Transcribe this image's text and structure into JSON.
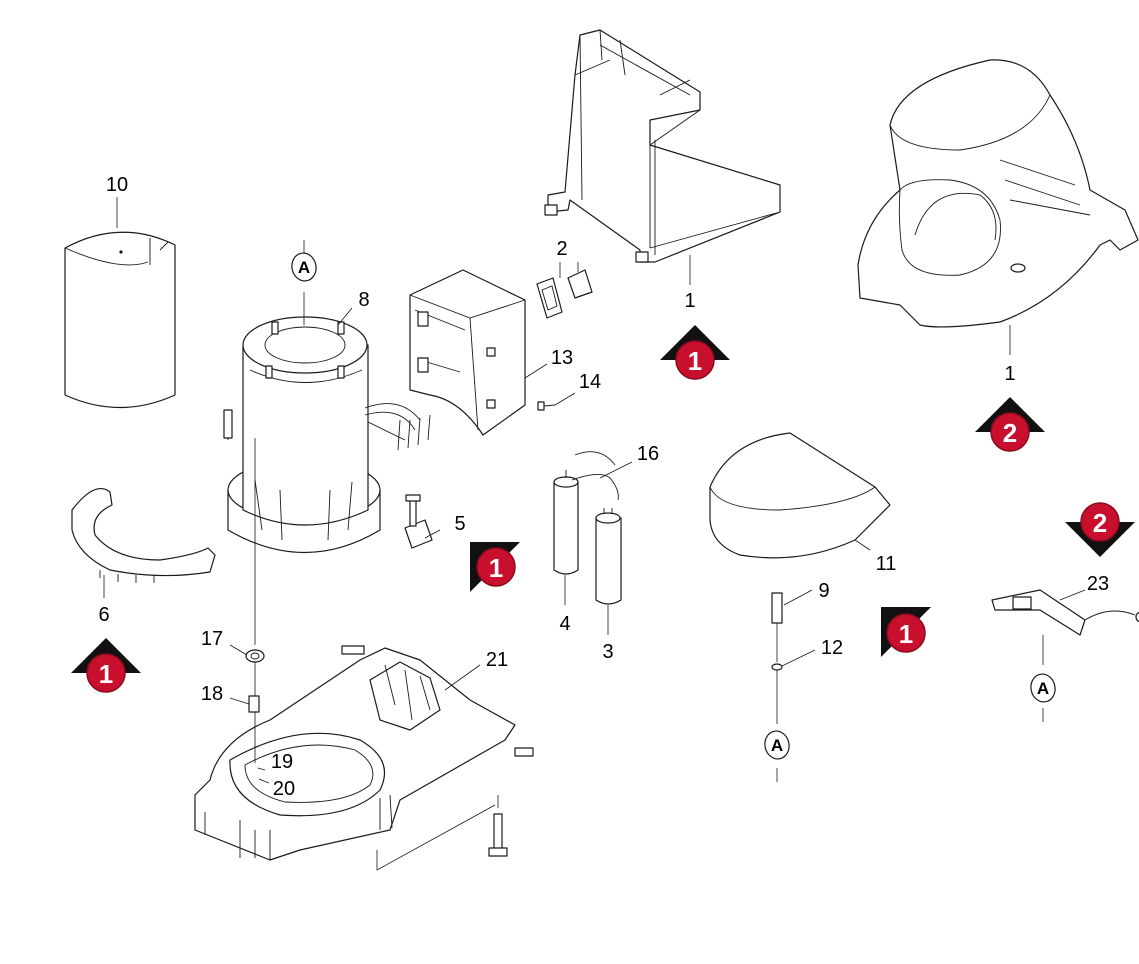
{
  "callouts": {
    "c1a": "1",
    "c1b": "1",
    "c2": "2",
    "c3": "3",
    "c4": "4",
    "c5": "5",
    "c6": "6",
    "c8": "8",
    "c9": "9",
    "c10": "10",
    "c11": "11",
    "c12": "12",
    "c13": "13",
    "c14": "14",
    "c16": "16",
    "c17": "17",
    "c18": "18",
    "c19": "19",
    "c20": "20",
    "c21": "21",
    "c23": "23"
  },
  "markers": {
    "m1_top": "1",
    "m1_right": "1",
    "m1_mid": "1",
    "m1_low": "1",
    "m2_up": "2",
    "m2_down": "2"
  },
  "refs": {
    "a_top": "A",
    "a_mid": "A",
    "a_right": "A"
  },
  "colors": {
    "marker": "#c8102e",
    "marker_dark": "#8a0a1e",
    "arrow": "#111111",
    "line": "#1a1a1a"
  }
}
